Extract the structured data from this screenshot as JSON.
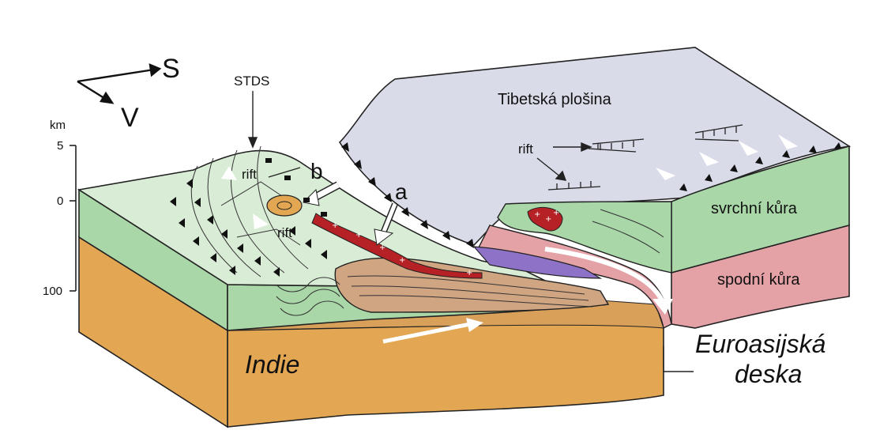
{
  "compass": {
    "s_label": "S",
    "v_label": "V"
  },
  "scale": {
    "unit": "km",
    "ticks": [
      "5",
      "0",
      "100"
    ]
  },
  "labels": {
    "stds": "STDS",
    "rift_top": "rift",
    "rift_mid": "rift",
    "rift_plateau": "rift",
    "b": "b",
    "a": "a",
    "plateau": "Tibetská plošina",
    "upper_crust": "svrchní kůra",
    "lower_crust": "spodní kůra",
    "india": "Indie",
    "eurasian_1": "Euroasijská",
    "eurasian_2": "deska"
  },
  "colors": {
    "upper_crust": "#a9d7a8",
    "upper_crust_top": "#d9ecd5",
    "lower_crust": "#e4a1a6",
    "india_plate": "#e3a754",
    "plateau": "#d9dbe8",
    "melt": "#b52124",
    "sediment": "#cfa582",
    "purple_layer": "#8d72c8"
  }
}
